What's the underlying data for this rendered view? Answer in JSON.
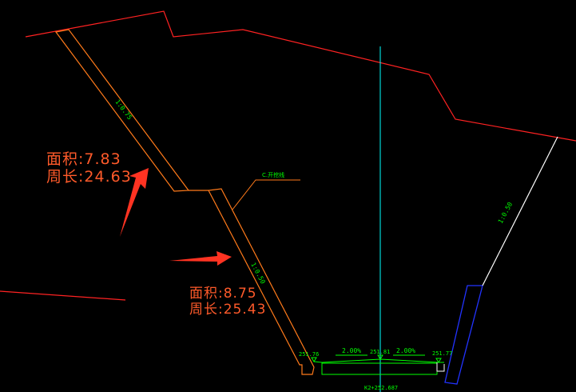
{
  "colors": {
    "background": "#000000",
    "ground_line": "#ff2222",
    "slope_outline": "#ff7a1a",
    "annotation": "#ff5a2a",
    "arrow": "#ff3322",
    "centerline": "#00ffff",
    "dimension_text": "#00ff00",
    "white_slope": "#ffffff",
    "retaining_wall": "#2233ff"
  },
  "annotations": {
    "upper": {
      "area": "面积:7.83",
      "perimeter": "周长:24.63"
    },
    "lower": {
      "area": "面积:8.75",
      "perimeter": "周长:25.43"
    }
  },
  "slopes": {
    "upper_ratio": "1:0.75",
    "lower_ratio": "1:0.50",
    "right_ratio": "1:0.50"
  },
  "leader_label": "C.开挖线",
  "road": {
    "elev_left": "251.76",
    "elev_center": "251.81",
    "elev_right": "251.77",
    "slope_left": "2.00%",
    "slope_right": "2.00%",
    "station": "K2+252.687"
  }
}
